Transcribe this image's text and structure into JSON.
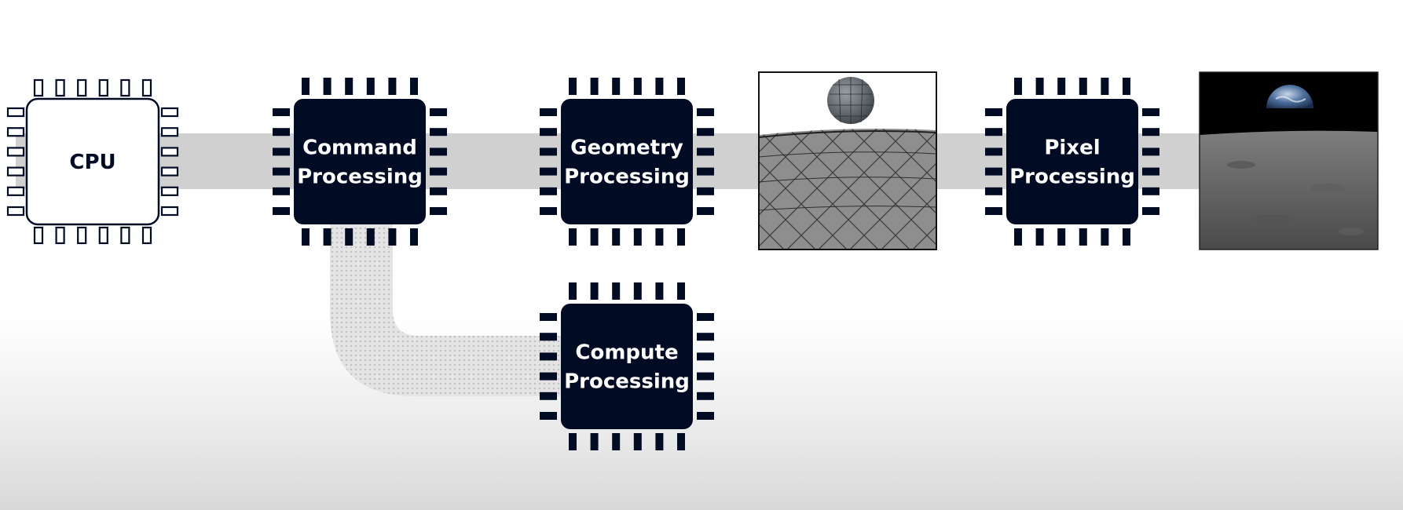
{
  "diagram": {
    "nodes": [
      {
        "id": "cpu",
        "label_lines": [
          "CPU"
        ],
        "style": "outline"
      },
      {
        "id": "command",
        "label_lines": [
          "Command",
          "Processing"
        ],
        "style": "filled"
      },
      {
        "id": "geometry",
        "label_lines": [
          "Geometry",
          "Processing"
        ],
        "style": "filled"
      },
      {
        "id": "pixel",
        "label_lines": [
          "Pixel",
          "Processing"
        ],
        "style": "filled"
      },
      {
        "id": "compute",
        "label_lines": [
          "Compute",
          "Processing"
        ],
        "style": "filled"
      }
    ],
    "images": [
      {
        "id": "wireframe-render",
        "depicts": "wireframe mesh of planet and lunar surface"
      },
      {
        "id": "final-render",
        "depicts": "earthrise over lunar surface"
      }
    ],
    "connections": [
      {
        "from": "cpu",
        "to": "final-render",
        "style": "solid-band"
      },
      {
        "from": "command",
        "to": "compute",
        "style": "dotted-band"
      }
    ]
  },
  "colors": {
    "chip_fill": "#020b24",
    "chip_text": "#ffffff",
    "outline_chip_stroke": "#020b24",
    "outline_chip_text": "#020b24",
    "band": "#d0d0d0",
    "dotted_band": "#e2e2e2",
    "dotted_band_dots": "#c6c6c6"
  }
}
